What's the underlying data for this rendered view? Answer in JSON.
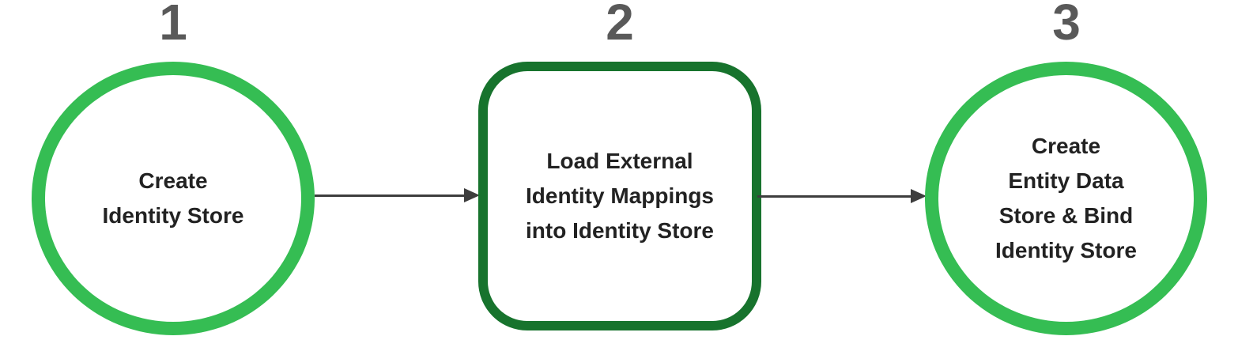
{
  "diagram": {
    "steps": [
      {
        "number": "1",
        "shape": "circle",
        "lines": [
          "Create",
          "Identity Store"
        ]
      },
      {
        "number": "2",
        "shape": "rounded-square",
        "lines": [
          "Load External",
          "Identity Mappings",
          "into Identity Store"
        ]
      },
      {
        "number": "3",
        "shape": "circle",
        "lines": [
          "Create",
          "Entity Data",
          "Store & Bind",
          "Identity Store"
        ]
      }
    ],
    "connectors": [
      {
        "from": "1",
        "to": "2",
        "type": "arrow-right"
      },
      {
        "from": "2",
        "to": "3",
        "type": "arrow-right"
      }
    ],
    "colors": {
      "step_circle_border": "#35bd53",
      "step_square_border": "#17732d",
      "number_text": "#595959",
      "label_text": "#222222",
      "arrow": "#3d3d3d",
      "background": "#ffffff"
    }
  }
}
